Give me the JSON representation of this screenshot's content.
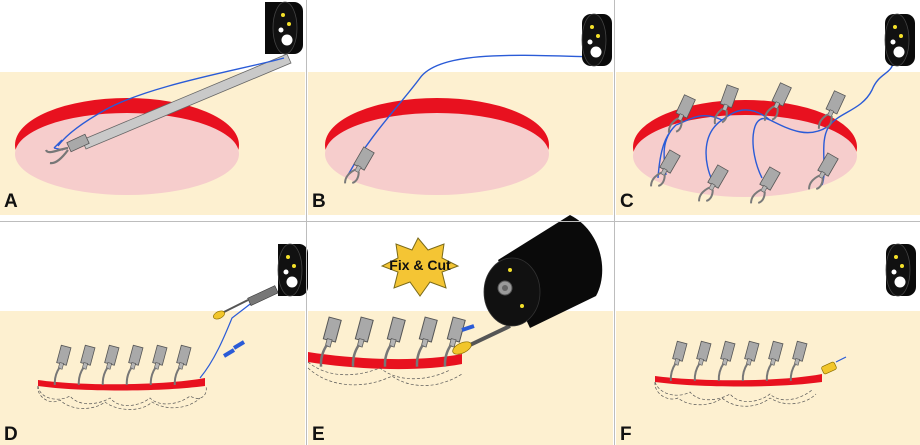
{
  "panels": [
    {
      "id": "A",
      "label": "A"
    },
    {
      "id": "B",
      "label": "B"
    },
    {
      "id": "C",
      "label": "C"
    },
    {
      "id": "D",
      "label": "D"
    },
    {
      "id": "E",
      "label": "E",
      "callout": "Fix & Cut"
    },
    {
      "id": "F",
      "label": "F"
    }
  ],
  "colors": {
    "tissue_bg": "#fdf0d0",
    "defect_rim": "#e8111f",
    "defect_floor": "#f6cdcc",
    "suture": "#2a5bd7",
    "clip": "#a6a6a6",
    "scope": "#0a0a0a",
    "scope_dot": "#f5e12a",
    "knot_device": "#f2c62b",
    "starburst": "#f4c534",
    "divider": "#bdbdbd"
  },
  "icons": [
    "endoscope-icon",
    "clip-icon",
    "suture-thread",
    "starburst-callout",
    "knot-pusher-icon"
  ]
}
